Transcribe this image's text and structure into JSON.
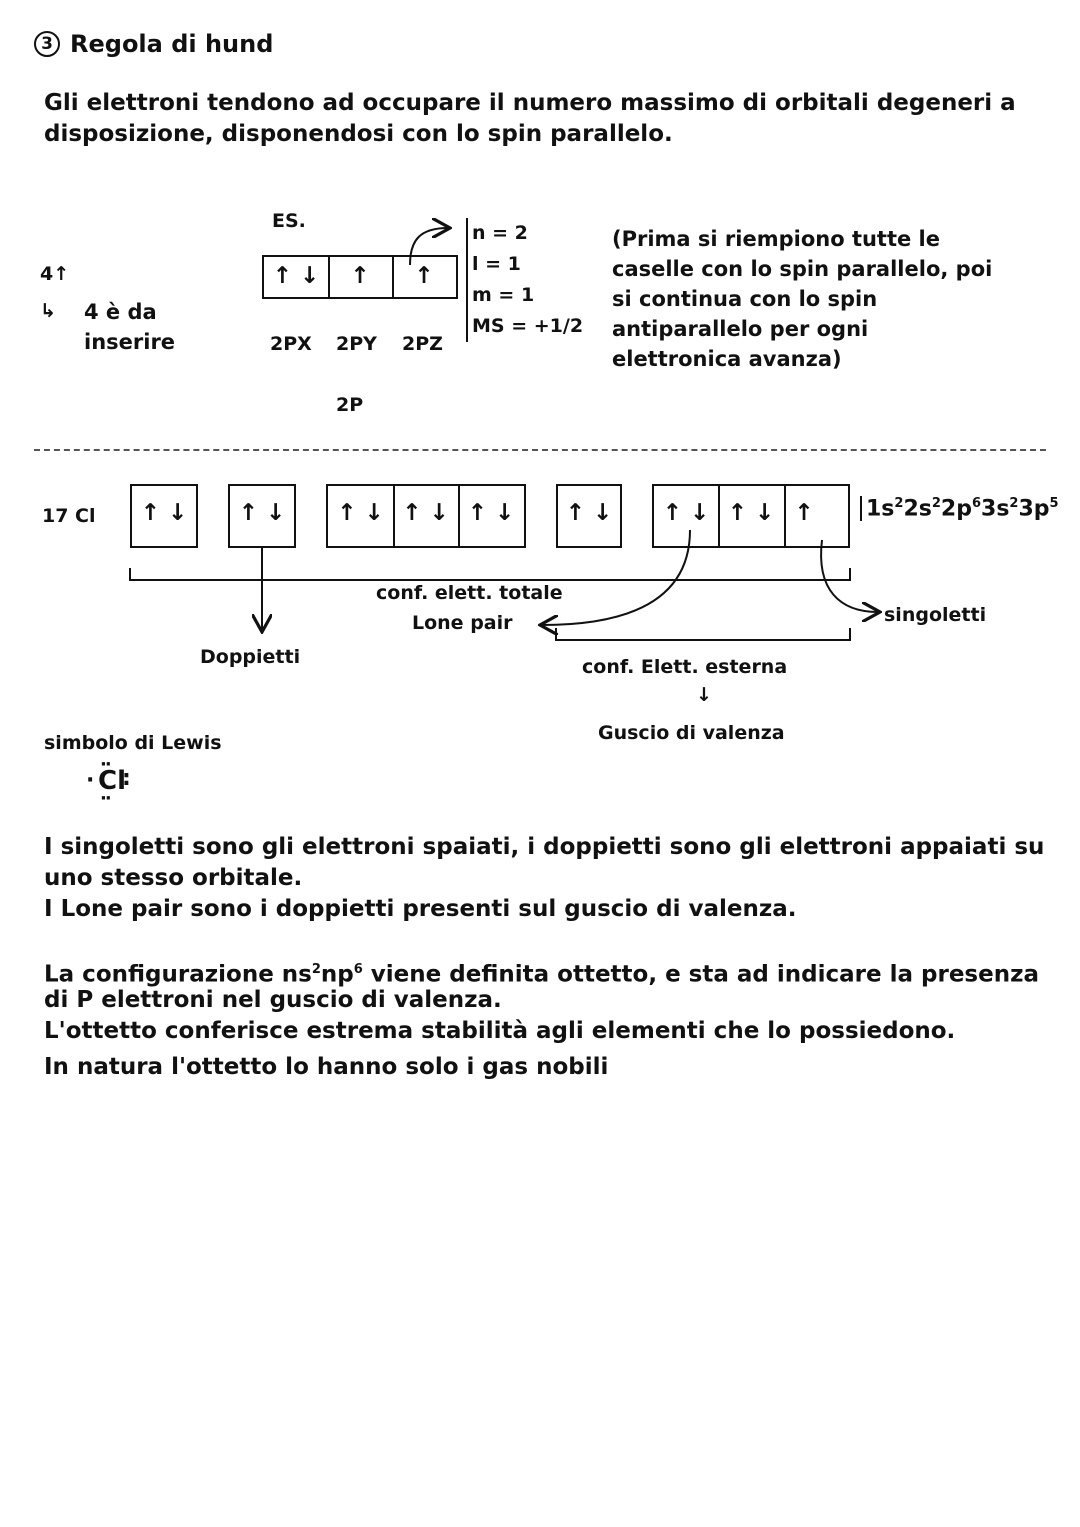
{
  "header": {
    "number": "3",
    "title": "Regola di hund"
  },
  "intro": [
    "Gli elettroni tendono ad occupare il numero massimo di orbitali degeneri a",
    "disposizione, disponendosi con lo spin parallelo."
  ],
  "example": {
    "left_arrow": "4↑",
    "left_note": [
      "4 è da",
      "inserire"
    ],
    "es_label": "ES.",
    "boxes": [
      "↑ ↓",
      "↑",
      "↑"
    ],
    "box_labels": [
      "2PX",
      "2PY",
      "2PZ"
    ],
    "group_label": "2P",
    "quantum": [
      "n = 2",
      "l = 1",
      "m = 1",
      "MS = +1/2"
    ],
    "note": [
      "(Prima si riempiono tutte le",
      "caselle con lo spin parallelo, poi",
      "si continua con lo spin",
      "antiparallelo per ogni",
      "elettronica avanza)"
    ]
  },
  "chlorine": {
    "label": "17 Cl",
    "groups": [
      [
        "↑ ↓"
      ],
      [
        "↑ ↓"
      ],
      [
        "↑ ↓",
        "↑ ↓",
        "↑ ↓"
      ],
      [
        "↑ ↓"
      ],
      [
        "↑ ↓",
        "↑ ↓",
        "↑"
      ]
    ],
    "config_base": [
      "1s",
      "2s",
      "2p",
      "3s",
      "3p"
    ],
    "config_exp": [
      "2",
      "2",
      "6",
      "2",
      "5"
    ],
    "labels": {
      "total": "conf. elett. totale",
      "lone_pair": "Lone pair",
      "doppietti": "Doppietti",
      "singoletti": "singoletti",
      "external": "conf. Elett. esterna",
      "down_arrow": "↓",
      "valence": "Guscio di valenza"
    }
  },
  "lewis": {
    "label": "simbolo di Lewis",
    "symbol": "Cl"
  },
  "body": [
    "I singoletti sono gli elettroni spaiati, i doppietti sono gli elettroni appaiati su",
    "uno stesso orbitale.",
    "I Lone pair sono i doppietti presenti sul guscio di valenza."
  ],
  "octet": {
    "line1_prefix": "La configurazione ns",
    "exp1": "2",
    "mid": "np",
    "exp2": "6",
    "line1_suffix": " viene definita ottetto, e sta ad indicare la presenza",
    "lines": [
      "di P elettroni nel guscio di valenza.",
      "L'ottetto conferisce estrema stabilità agli elementi che lo possiedono.",
      "In natura l'ottetto lo hanno solo i gas nobili"
    ]
  }
}
